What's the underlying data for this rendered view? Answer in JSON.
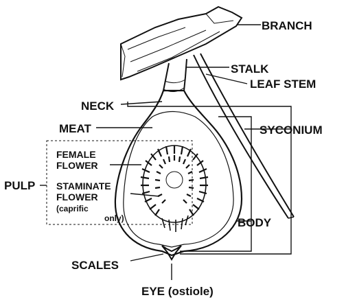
{
  "labels": {
    "branch": "BRANCH",
    "stalk": "STALK",
    "leaf_stem": "LEAF STEM",
    "neck": "NECK",
    "meat": "MEAT",
    "syconium": "SYCONIUM",
    "pulp": "PULP",
    "female_flower_line1": "FEMALE",
    "female_flower_line2": "FLOWER",
    "staminate_flower_line1": "STAMINATE",
    "staminate_flower_line2": "FLOWER",
    "staminate_flower_line3": "(caprific",
    "staminate_flower_line4": "only)",
    "body": "BODY",
    "scales": "SCALES",
    "eye": "EYE (ostiole)"
  }
}
